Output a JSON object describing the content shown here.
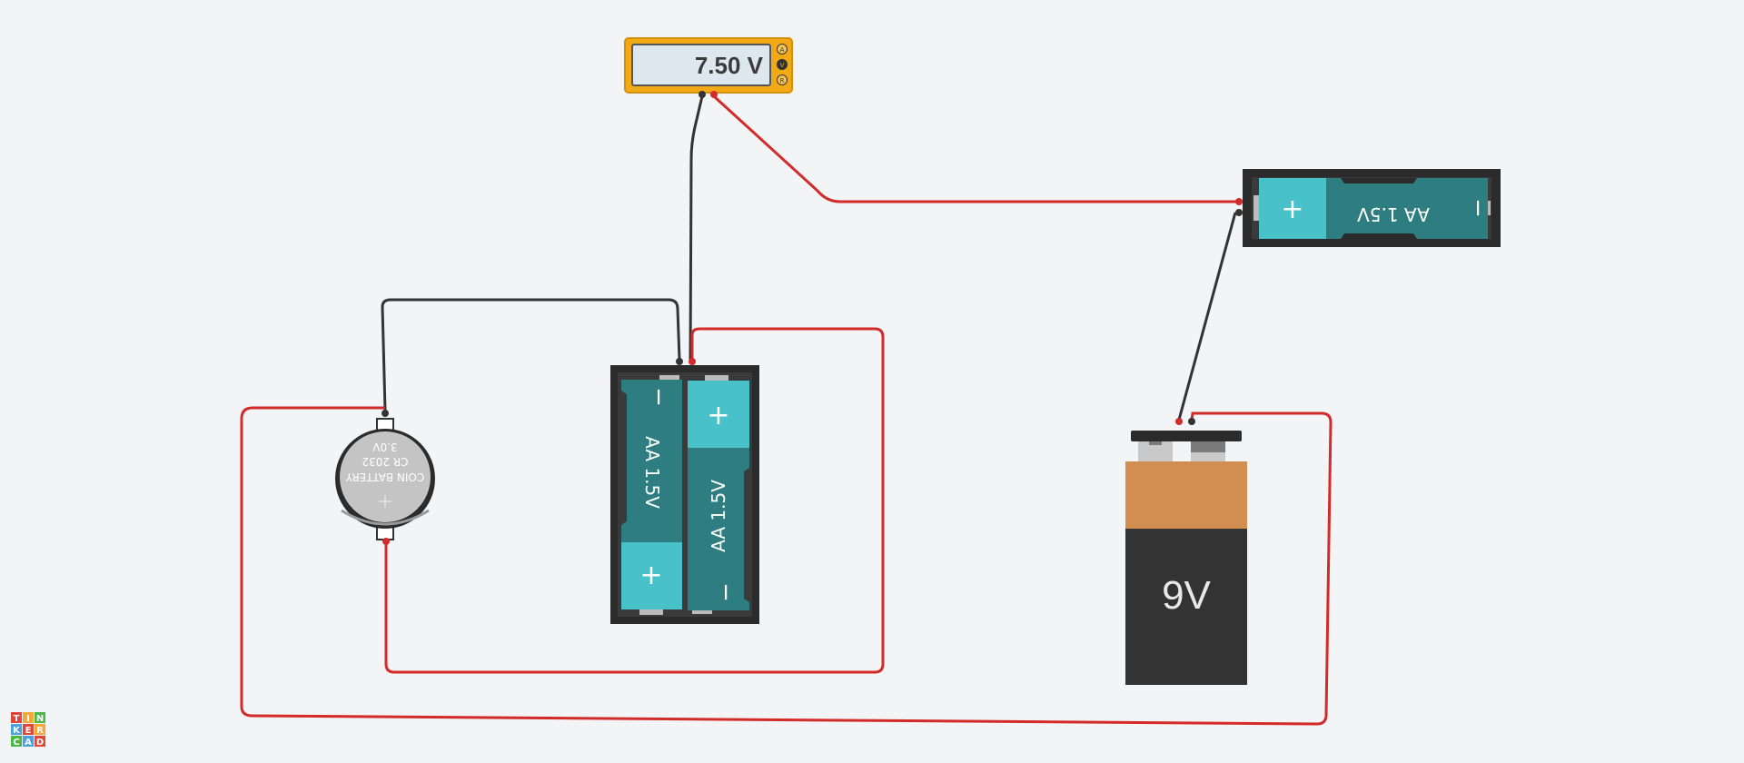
{
  "multimeter": {
    "reading": "7.50 V",
    "mode_buttons": [
      "A",
      "V",
      "R"
    ],
    "mode_selected": "V"
  },
  "aa_holder_single": {
    "cell_label": "AA 1.5V",
    "plus": "+",
    "minus": "−"
  },
  "aa_holder_double": {
    "cell1_label": "AA 1.5V",
    "cell2_label": "AA 1.5V",
    "plus": "+",
    "minus": "−"
  },
  "coin_battery": {
    "line1": "COIN BATTERY",
    "line2": "CR 2032",
    "line3": "3.0V",
    "plus": "+"
  },
  "nine_volt": {
    "label": "9V"
  },
  "logo": {
    "letters": [
      "T",
      "I",
      "N",
      "K",
      "E",
      "R",
      "C",
      "A",
      "D"
    ],
    "colors": [
      "#e2463b",
      "#f4a83c",
      "#4db848",
      "#4aa3df",
      "#e2463b",
      "#f4a83c",
      "#4db848",
      "#4aa3df",
      "#e2463b"
    ]
  },
  "colors": {
    "wire_red": "#d32a2a",
    "wire_black": "#333333",
    "teal": "#2e7d80",
    "teal_light": "#48c1c8",
    "multimeter_yellow": "#f2a916",
    "battery_copper": "#d28d50",
    "holder_dark": "#2b2b2b"
  }
}
